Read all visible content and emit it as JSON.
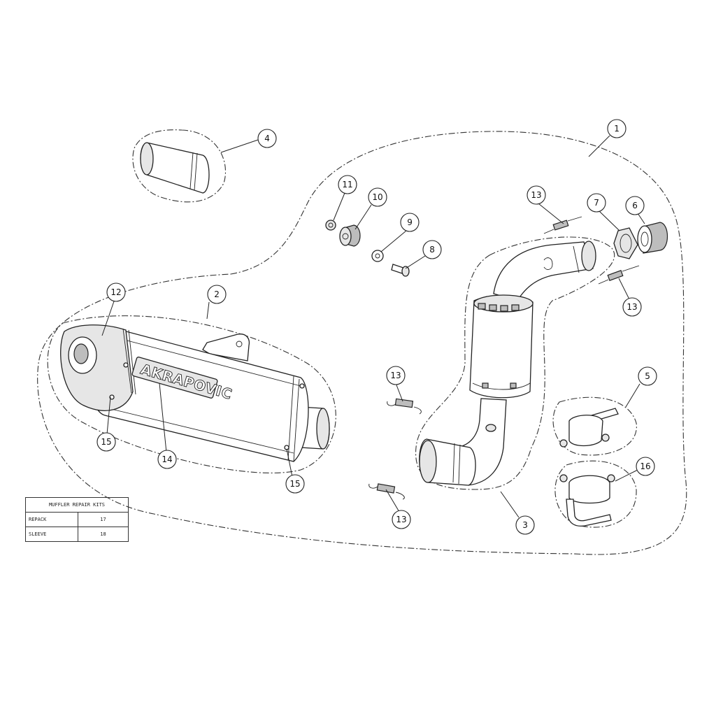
{
  "callouts": [
    "1",
    "2",
    "3",
    "4",
    "5",
    "6",
    "7",
    "8",
    "9",
    "10",
    "11",
    "12",
    "13",
    "13",
    "13",
    "13",
    "14",
    "15",
    "15",
    "16"
  ],
  "brand_logo_text": "AKRAPOVIC",
  "repair_kits": {
    "title": "MUFFLER REPAIR KITS",
    "rows": [
      {
        "name": "REPACK",
        "number": "17"
      },
      {
        "name": "SLEEVE",
        "number": "18"
      }
    ]
  }
}
